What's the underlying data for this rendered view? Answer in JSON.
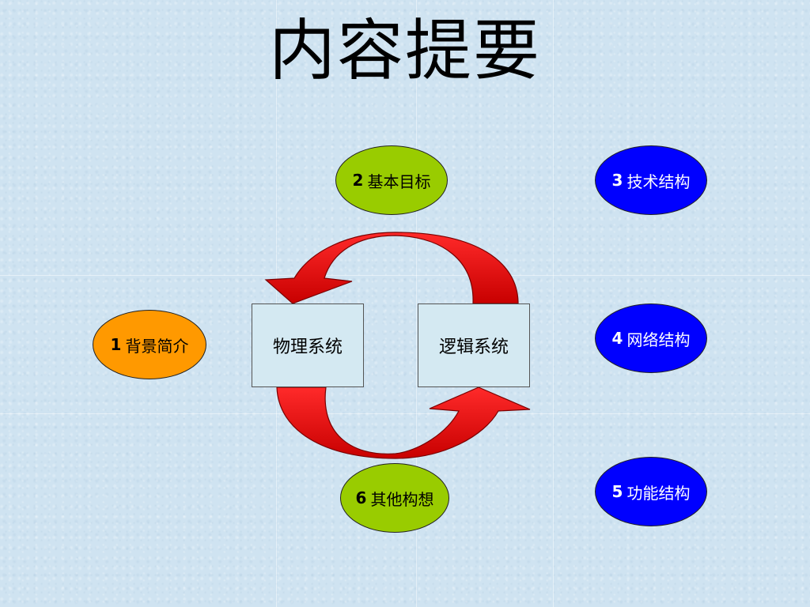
{
  "title": "内容提要",
  "center_boxes": [
    {
      "label": "物理系统"
    },
    {
      "label": "逻辑系统"
    }
  ],
  "ovals": [
    {
      "num": "1",
      "label": "背景简介",
      "fill": "#ff9900",
      "text_color": "#000000"
    },
    {
      "num": "2",
      "label": "基本目标",
      "fill": "#99cc00",
      "text_color": "#000000"
    },
    {
      "num": "3",
      "label": "技术结构",
      "fill": "#0000ff",
      "text_color": "#ffffff"
    },
    {
      "num": "4",
      "label": "网络结构",
      "fill": "#0000ff",
      "text_color": "#ffffff"
    },
    {
      "num": "5",
      "label": "功能结构",
      "fill": "#0000ff",
      "text_color": "#ffffff"
    },
    {
      "num": "6",
      "label": "其他构想",
      "fill": "#99cc00",
      "text_color": "#000000"
    }
  ],
  "arrow_color": "#ff0000"
}
